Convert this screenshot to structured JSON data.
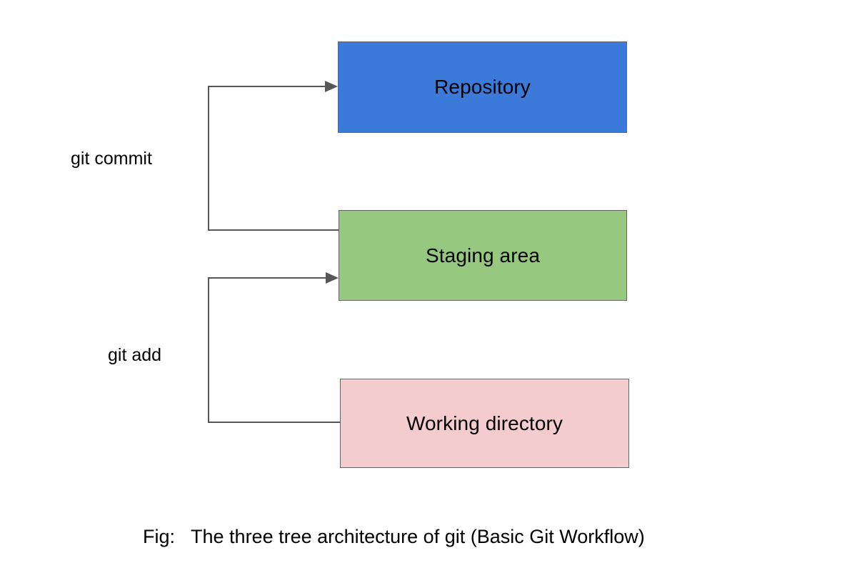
{
  "diagram": {
    "title": "The three tree architecture of git (Basic Git Workflow)",
    "background_color": "#ffffff",
    "nodes": [
      {
        "id": "repository",
        "label": "Repository",
        "fill": "#3b7ad9",
        "stroke": "#666666"
      },
      {
        "id": "staging",
        "label": "Staging area",
        "fill": "#96c880",
        "stroke": "#666666"
      },
      {
        "id": "working",
        "label": "Working directory",
        "fill": "#f5cccd",
        "stroke": "#666666"
      }
    ],
    "edges": [
      {
        "id": "git-commit",
        "label": "git commit",
        "from": "staging",
        "to": "repository",
        "stroke": "#55565a"
      },
      {
        "id": "git-add",
        "label": "git add",
        "from": "working",
        "to": "staging",
        "stroke": "#55565a"
      }
    ],
    "caption": {
      "prefix": "Fig:",
      "text": "The three tree architecture of git (Basic Git Workflow)",
      "full": "Fig:   The three tree architecture of git (Basic Git Workflow)"
    }
  }
}
